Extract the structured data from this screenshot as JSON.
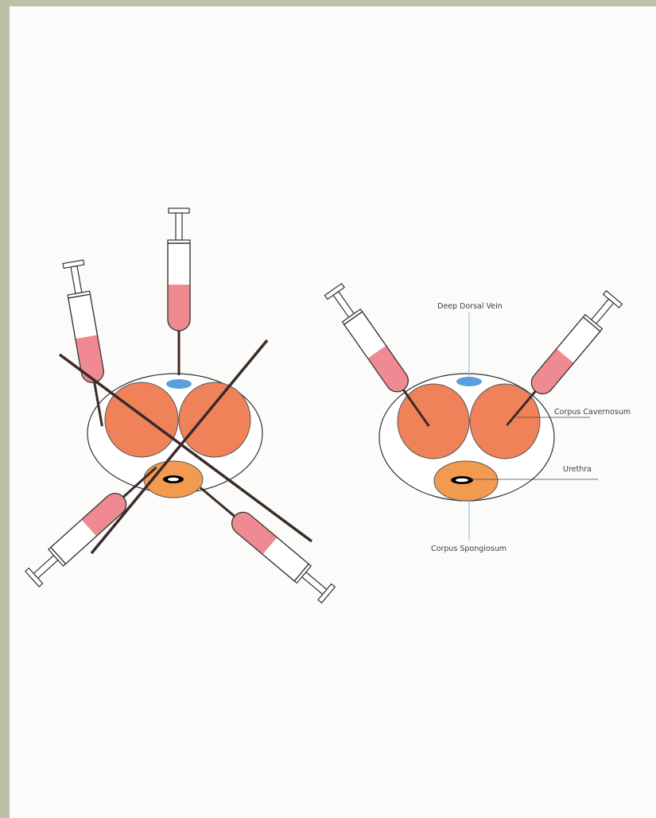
{
  "labels": {
    "deep_dorsal_vein": "Deep Dorsal Vein",
    "corpus_cavernosum": "Corpus Cavernosum",
    "urethra": "Urethra",
    "corpus_spongiosum": "Corpus Spongiosum"
  },
  "colors": {
    "background_border": "#bdbfa6",
    "page": "#fbfbf9",
    "corpus_cavernosum": "#f0825a",
    "corpus_spongiosum": "#f29a50",
    "vein": "#5aa0dc",
    "syringe_fluid": "#f08a92",
    "needle": "#3b2a2a",
    "leader_line_blue": "#7db8e8"
  },
  "diagrams": [
    {
      "panel": "left",
      "syringe_count": 4,
      "crossed_out": true
    },
    {
      "panel": "right",
      "syringe_count": 2,
      "crossed_out": false
    }
  ]
}
